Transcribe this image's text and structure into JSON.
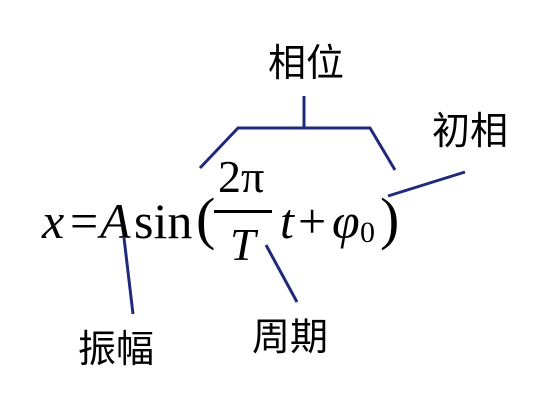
{
  "colors": {
    "leader": "#1f2a7a",
    "text": "#000000",
    "background": "#ffffff"
  },
  "formula": {
    "x": "x",
    "equals": "=",
    "amplitude": "A",
    "sin": "sin",
    "open_paren": "(",
    "numerator": "2π",
    "denominator": "T",
    "t": "t",
    "plus": "+",
    "phi": "φ",
    "phi_sub": "0",
    "close_paren": ")"
  },
  "labels": {
    "phase": "相位",
    "initial_phase": "初相",
    "amplitude": "振幅",
    "period": "周期"
  }
}
